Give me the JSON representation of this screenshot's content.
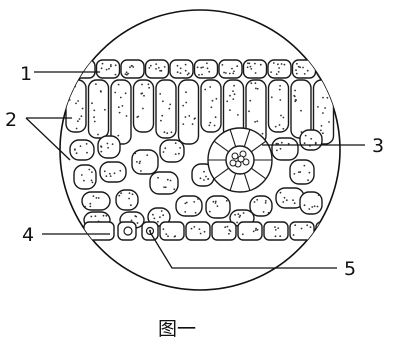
{
  "labels": [
    {
      "id": "1",
      "text": "1"
    },
    {
      "id": "2",
      "text": "2"
    },
    {
      "id": "3",
      "text": "3"
    },
    {
      "id": "4",
      "text": "4"
    },
    {
      "id": "5",
      "text": "5"
    }
  ],
  "caption": "图一"
}
